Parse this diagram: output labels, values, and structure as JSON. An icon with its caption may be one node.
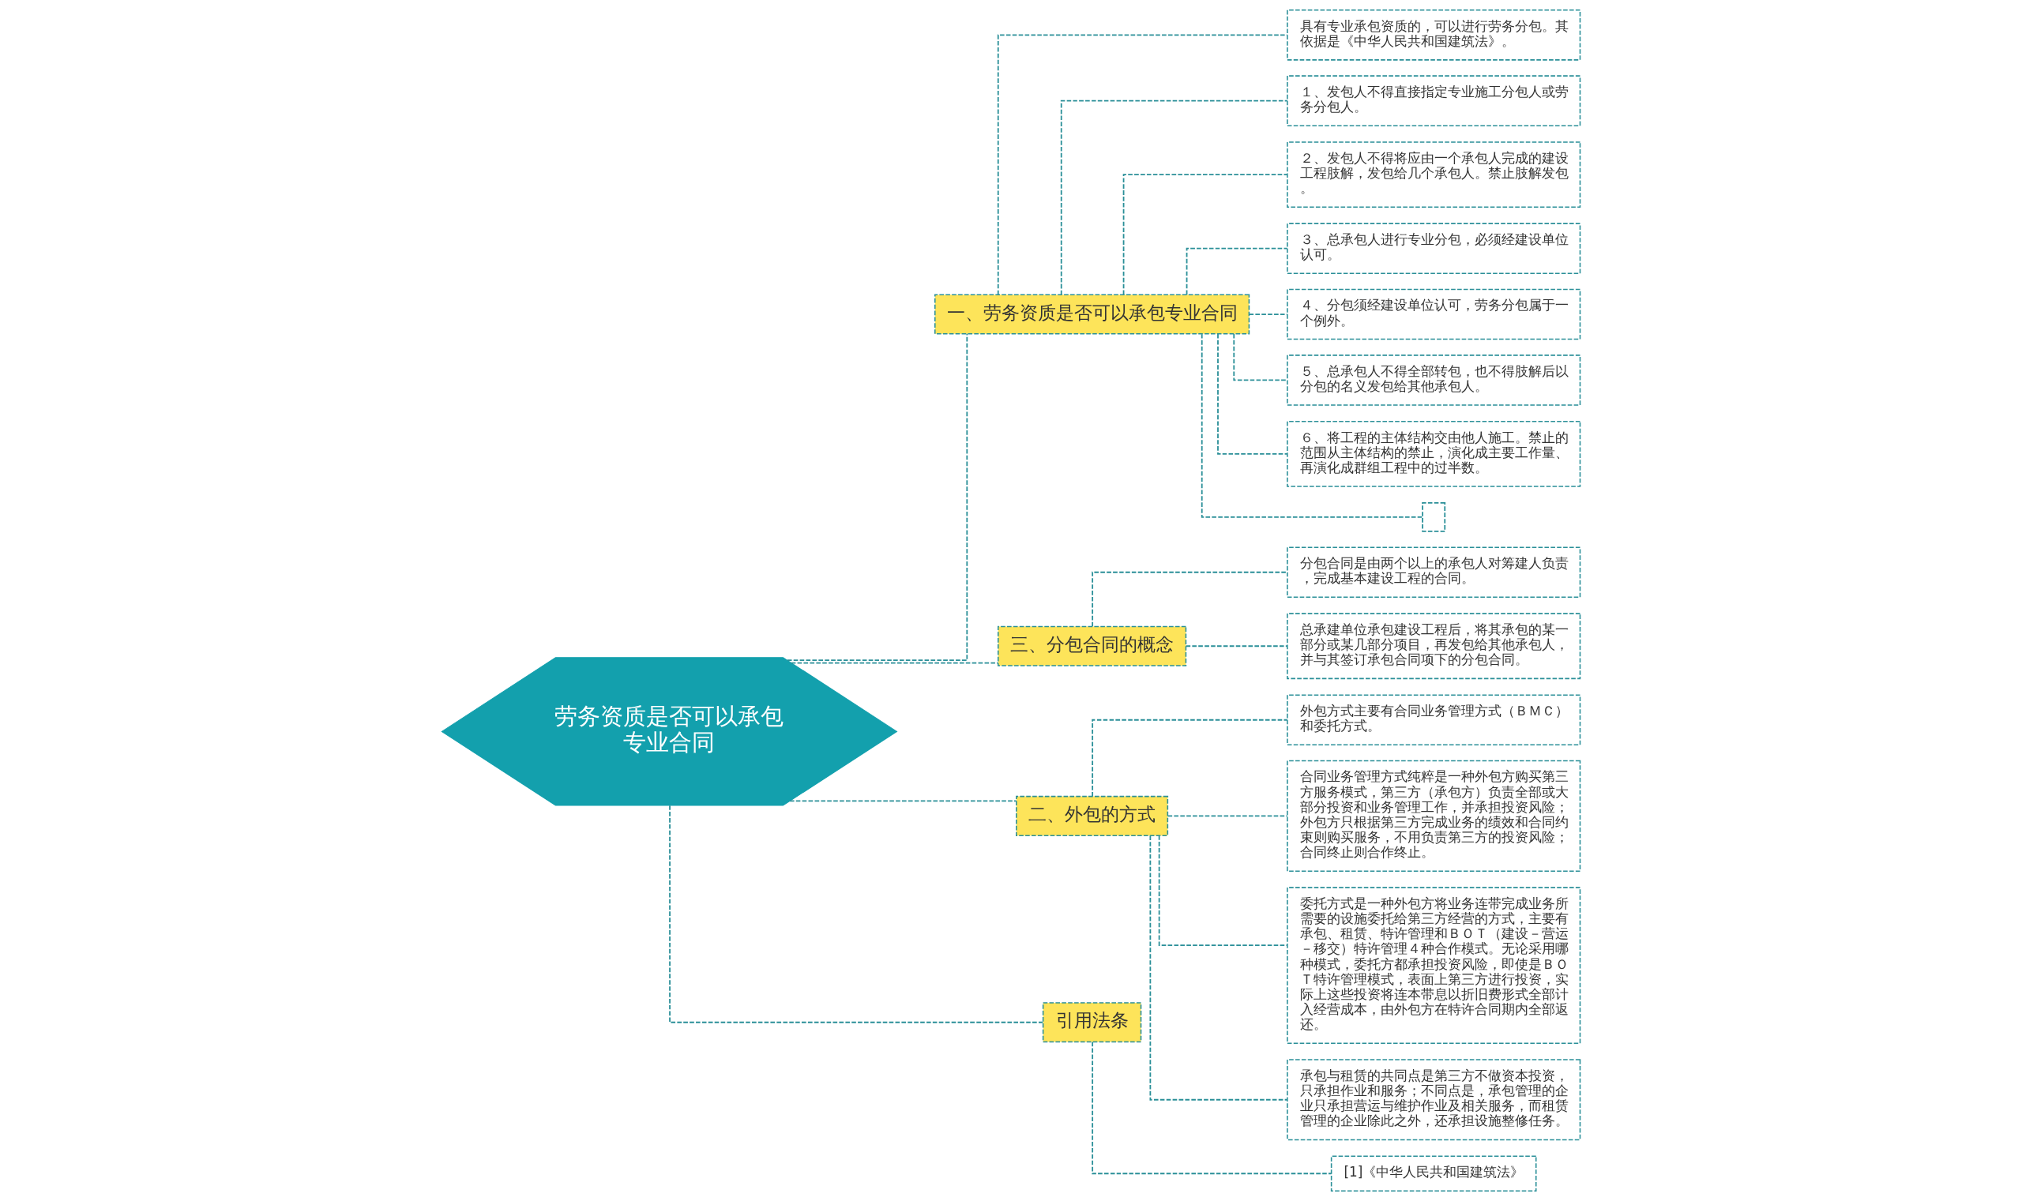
{
  "diagram": {
    "nodes": [
      {
        "text": [
          "劳务资质是否可以承包专业合同"
        ]
      },
      {
        "text": [
          "一、劳务资质是否可以承包专业合同"
        ]
      },
      {
        "text": [
          "具有专业承包资质的，可以进行劳务分包。其依据是《中华人民共和国建筑法》。"
        ]
      },
      {
        "text": [
          "１、发包人不得直接指定专业施工分包人或劳务分包人。"
        ]
      },
      {
        "text": [
          "２、发包人不得将应由一个承包人完成的建设工程肢解，发包给几个承包人。禁止肢解发包。"
        ]
      },
      {
        "text": [
          "３、总承包人进行专业分包，必须经建设单位认可。"
        ]
      },
      {
        "text": [
          "４、分包须经建设单位认可，劳务分包属于一个例外。"
        ]
      },
      {
        "text": [
          "５、总承包人不得全部转包，也不得肢解后以分包的名义发包给其他承包人。"
        ]
      },
      {
        "text": [
          "６、将工程的主体结构交由他人施工。禁止的范围从主体结构的禁止，演化成主要工作量、再演化成群组工程中的过半数。"
        ]
      },
      {
        "text": [],
        "shape": "box"
      },
      {
        "text": [
          "三、分包合同的概念"
        ]
      },
      {
        "text": [
          "分包合同是由两个以上的承包人对筹建人负责，完成基本建设工程的合同。"
        ]
      },
      {
        "text": [
          "总承建单位承包建设工程后，将其承包的某一部分或某几部分项目，再发包给其他承包人，并与其签订承包合同项下的分包合同。"
        ]
      },
      {
        "text": [
          "二、外包的方式"
        ]
      },
      {
        "text": [
          "外包方式主要有合同业务管理方式（ＢＭＣ）和委托方式。"
        ]
      },
      {
        "text": [
          "合同业务管理方式纯粹是一种外包方购买第三方服务模式，第三方（承包方）负责全部或大部分投资和业务管理工作，并承担投资风险；外包方只根据第三方完成业务的绩效和合同约束则购买服务，不用负责第三方的投资风险；合同终止则合作终止。"
        ]
      },
      {
        "text": [
          "委托方式是一种外包方将业务连带完成业务所需要的设施委托给第三方经营的方式，主要有承包、租赁、特许管理和ＢＯＴ（建设－营运－移交）特许管理４种合作模式。无论采用哪种模式，委托方都承担投资风险，即使是ＢＯＴ特许管理模式，表面上第三方进行投资，实际上这些投资将连本带息以折旧费形式全部计入经营成本，由外包方在特许合同期内全部返还。"
        ]
      },
      {
        "text": [
          "承包与租赁的共同点是第三方不做资本投资，只承担作业和服务；不同点是，承包管理的企业只承担营运与维护作业及相关服务，而租赁管理的企业除此之外，还承担设施整修任务。"
        ]
      },
      {
        "text": [
          "引用法条"
        ]
      },
      {
        "text": [
          "[1]《中华人民共和国建筑法》"
        ]
      }
    ],
    "edges": [
      {
        "from": 0,
        "to": 1,
        "arrow": "none"
      },
      {
        "from": 1,
        "to": 2,
        "arrow": "none"
      },
      {
        "from": 1,
        "to": 3,
        "arrow": "none"
      },
      {
        "from": 1,
        "to": 4,
        "arrow": "none"
      },
      {
        "from": 1,
        "to": 5,
        "arrow": "none"
      },
      {
        "from": 1,
        "to": 6,
        "arrow": "none"
      },
      {
        "from": 1,
        "to": 7,
        "arrow": "none"
      },
      {
        "from": 1,
        "to": 8,
        "arrow": "none"
      },
      {
        "from": 1,
        "to": 9,
        "arrow": "none"
      },
      {
        "from": 0,
        "to": 10,
        "arrow": "none"
      },
      {
        "from": 10,
        "to": 11,
        "arrow": "none"
      },
      {
        "from": 10,
        "to": 12,
        "arrow": "none"
      },
      {
        "from": 0,
        "to": 13,
        "arrow": "none"
      },
      {
        "from": 13,
        "to": 14,
        "arrow": "none"
      },
      {
        "from": 13,
        "to": 15,
        "arrow": "none"
      },
      {
        "from": 13,
        "to": 16,
        "arrow": "none"
      },
      {
        "from": 13,
        "to": 17,
        "arrow": "none"
      },
      {
        "from": 0,
        "to": 18,
        "arrow": "none"
      },
      {
        "from": 18,
        "to": 19,
        "arrow": "none"
      }
    ]
  }
}
